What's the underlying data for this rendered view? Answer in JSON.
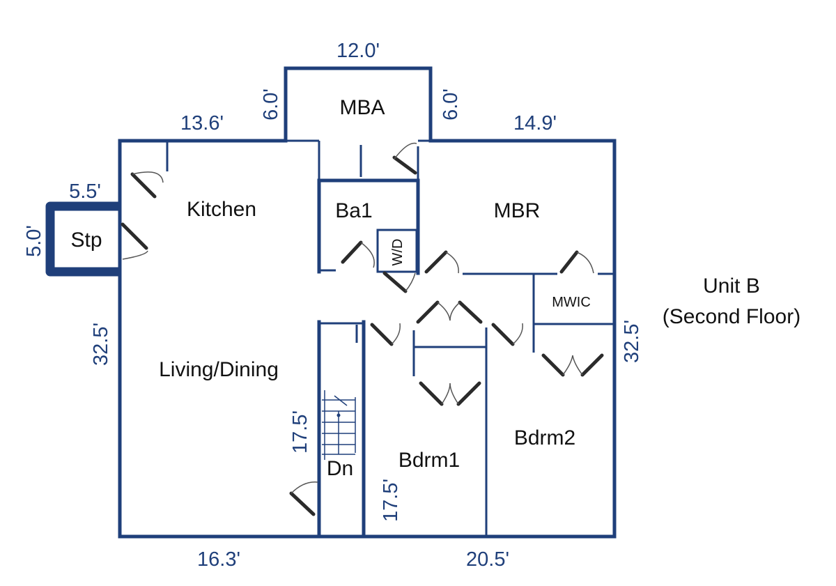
{
  "rooms": {
    "mba": "MBA",
    "kitchen": "Kitchen",
    "ba1": "Ba1",
    "mbr": "MBR",
    "stp": "Stp",
    "wd": "W/D",
    "mwic": "MWIC",
    "living_dining": "Living/Dining",
    "dn": "Dn",
    "bdrm1": "Bdrm1",
    "bdrm2": "Bdrm2"
  },
  "dimensions": {
    "mba_width": "12.0'",
    "mba_left_depth": "6.0'",
    "mba_right_depth": "6.0'",
    "top_left": "13.6'",
    "top_right": "14.9'",
    "stoop_width": "5.5'",
    "stoop_depth": "5.0'",
    "left_side": "32.5'",
    "right_side": "32.5'",
    "stair_length": "17.5'",
    "bdrm1_depth": "17.5'",
    "bottom_left": "16.3'",
    "bottom_right": "20.5'"
  },
  "unit": {
    "line1": "Unit B",
    "line2": "(Second Floor)"
  },
  "colors": {
    "wall": "#1f3f7a",
    "dimension_text": "#1f3f7a",
    "label_text": "#111111"
  }
}
